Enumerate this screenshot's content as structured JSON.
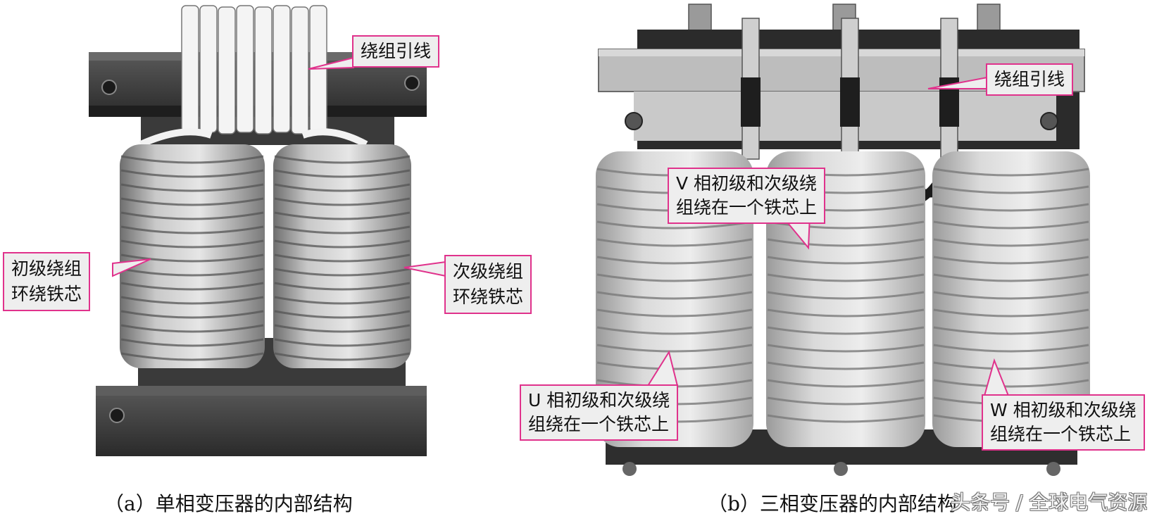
{
  "panel_a": {
    "callout_leads": "绕组引线",
    "callout_primary": [
      "初级绕组",
      "环绕铁芯"
    ],
    "callout_secondary": [
      "次级绕组",
      "环绕铁芯"
    ],
    "caption": "（a）单相变压器的内部结构"
  },
  "panel_b": {
    "callout_leads": "绕组引线",
    "callout_v": [
      "V 相初级和次级绕",
      "组绕在一个铁芯上"
    ],
    "callout_u": [
      "U 相初级和次级绕",
      "组绕在一个铁芯上"
    ],
    "callout_w": [
      "W 相初级和次级绕",
      "组绕在一个铁芯上"
    ],
    "caption": "（b）三相变压器的内部结构"
  },
  "watermark": "头条号 / 全球电气资源",
  "colors": {
    "callout_border": "#e0328c",
    "callout_fill": "#eeeeee"
  }
}
